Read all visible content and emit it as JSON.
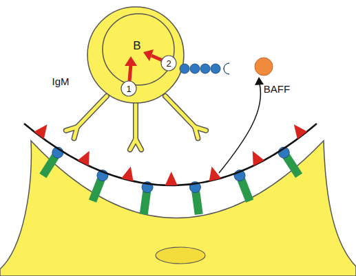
{
  "diagram": {
    "nodes": [
      {
        "text": [
          "B"
        ]
      },
      {
        "text": [
          "BAFF"
        ]
      }
    ],
    "labels": [
      "1",
      "2",
      "IgM"
    ]
  }
}
